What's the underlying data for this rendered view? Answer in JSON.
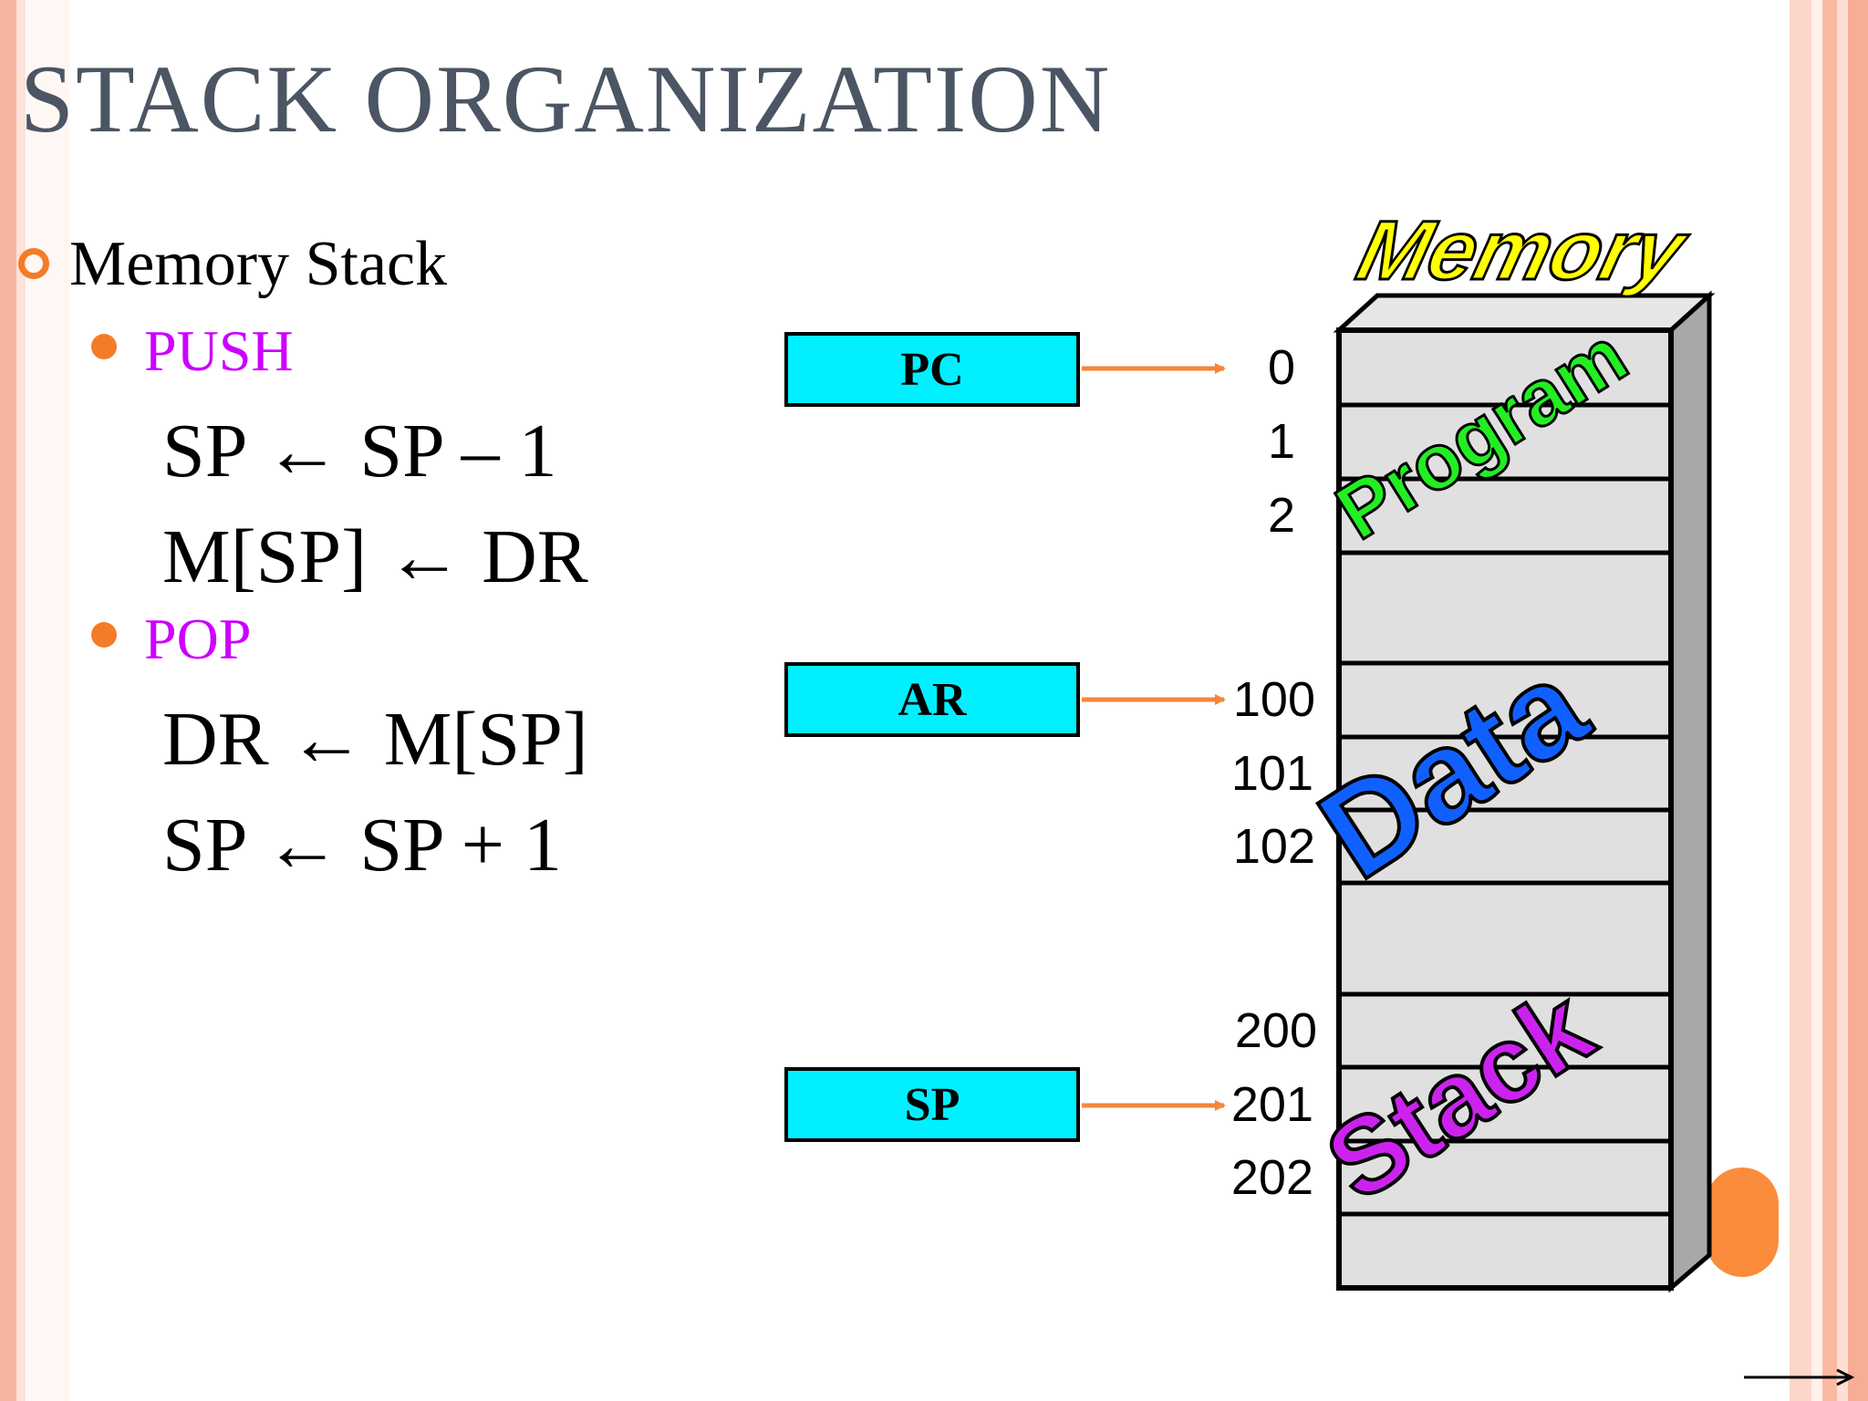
{
  "slide": {
    "title": "STACK ORGANIZATION",
    "bullet": "Memory Stack",
    "push_label": "PUSH",
    "push_eq_1": "SP ← SP – 1",
    "push_eq_2": "M[SP] ← DR",
    "pop_label": "POP",
    "pop_eq_1": "DR ← M[SP]",
    "pop_eq_2": "SP ← SP + 1"
  },
  "diagram": {
    "memory_label": "Memory",
    "registers": [
      "PC",
      "AR",
      "SP"
    ],
    "addresses": [
      "0",
      "1",
      "2",
      "100",
      "101",
      "102",
      "200",
      "201",
      "202"
    ],
    "segments": [
      "Program",
      "Data",
      "Stack"
    ],
    "colors": {
      "register_fill": "#00f0ff",
      "arrow": "#f7863a",
      "memory_label": "#ffff00",
      "program": "#22ee22",
      "data": "#1060ff",
      "stack": "#cc22ee",
      "accent": "#f47c28"
    }
  }
}
